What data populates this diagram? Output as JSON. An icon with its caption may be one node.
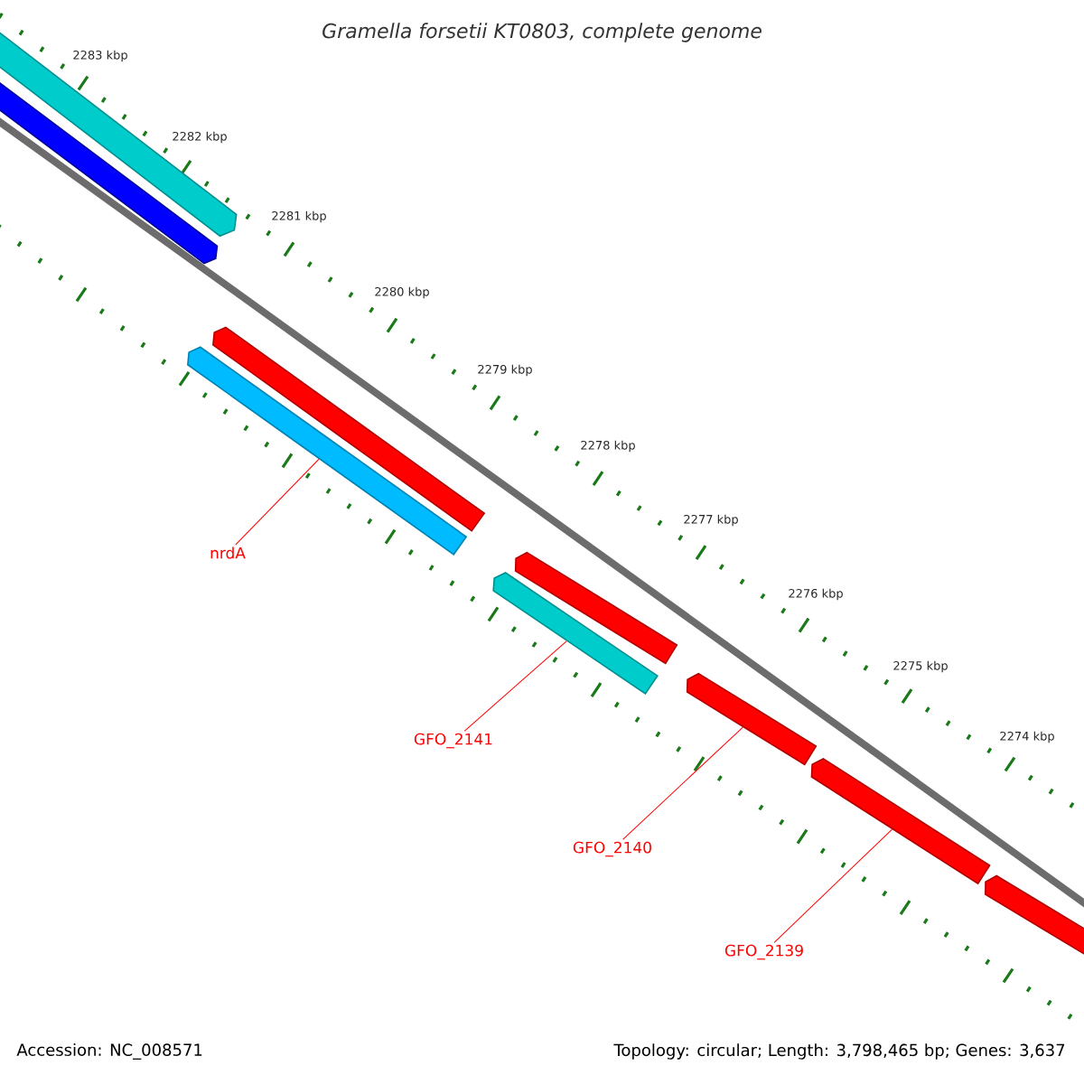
{
  "diagram": {
    "title": "Gramella forsetii KT0803, complete genome",
    "nodes": [
      {
        "text": [],
        "shape": "bar"
      },
      {
        "text": [],
        "shape": "bar"
      },
      {
        "text": [],
        "shape": "bar"
      },
      {
        "text": [],
        "shape": "bar"
      },
      {
        "text": [],
        "shape": "bar"
      },
      {
        "text": [],
        "shape": "bar"
      },
      {
        "text": [],
        "shape": "bar"
      },
      {
        "text": [],
        "shape": "bar"
      },
      {
        "text": [],
        "shape": "bar"
      },
      {
        "text": [
          "nrdA"
        ]
      },
      {
        "text": [
          "GFO_2141"
        ]
      },
      {
        "text": [
          "GFO_2140"
        ]
      },
      {
        "text": [
          "GFO_2139"
        ]
      }
    ],
    "edges": [
      {
        "from": 9,
        "to": 3,
        "arrow": "none"
      },
      {
        "from": 10,
        "to": 5,
        "arrow": "none"
      },
      {
        "from": 11,
        "to": 6,
        "arrow": "none"
      },
      {
        "from": 12,
        "to": 7,
        "arrow": "none"
      }
    ],
    "labels": [
      "2283 kbp",
      "2282 kbp",
      "2281 kbp",
      "2280 kbp",
      "2279 kbp",
      "2278 kbp",
      "2277 kbp",
      "2276 kbp",
      "2275 kbp",
      "2274 kbp",
      "Accession: NC_008571",
      "Topology: circular; Length: 3,798,465 bp; Genes: 3,637"
    ]
  }
}
